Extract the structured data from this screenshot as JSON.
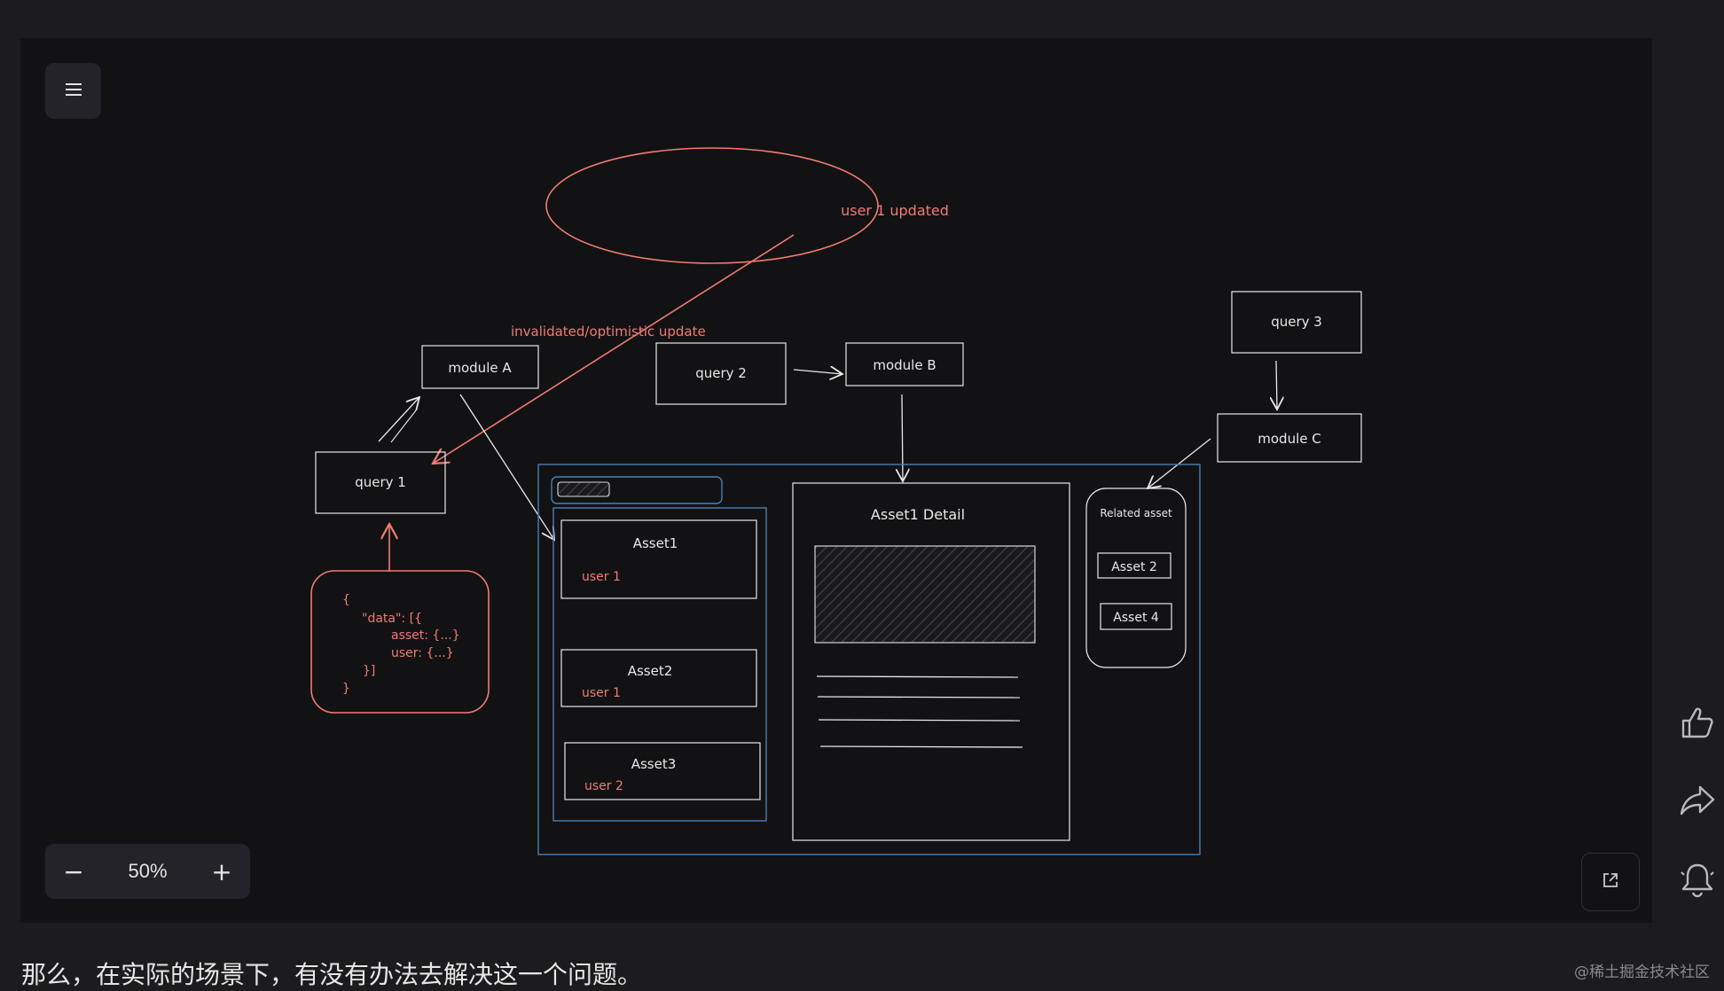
{
  "diagram": {
    "ellipse_label": "user 1 updated",
    "arrow_label": "invalidated/optimistic update",
    "nodes": {
      "module_a": "module A",
      "module_b": "module B",
      "module_c": "module C",
      "query_1": "query 1",
      "query_2": "query 2",
      "query_3": "query 3"
    },
    "json_lines": [
      "{",
      "\"data\": [{",
      "asset: {...}",
      "user: {...}",
      "}]",
      "}"
    ],
    "list_items": [
      {
        "title": "Asset1",
        "user": "user 1"
      },
      {
        "title": "Asset2",
        "user": "user 1"
      },
      {
        "title": "Asset3",
        "user": "user 2"
      }
    ],
    "detail_title": "Asset1 Detail",
    "related_title": "Related asset",
    "related_items": [
      "Asset 2",
      "Asset 4"
    ]
  },
  "zoom": {
    "level": "50%",
    "minus": "−",
    "plus": "+"
  },
  "caption": "那么，在实际的场景下，有没有办法去解决这一个问题。",
  "watermark": "@稀土掘金技术社区",
  "colors": {
    "red": "#f17b72",
    "white": "#e8e8e8",
    "blue": "#4a7fb5",
    "background": "#121214"
  },
  "icons": [
    "menu-icon",
    "minus-icon",
    "plus-icon",
    "external-link-icon",
    "thumbs-up-icon",
    "share-icon",
    "bell-icon"
  ]
}
